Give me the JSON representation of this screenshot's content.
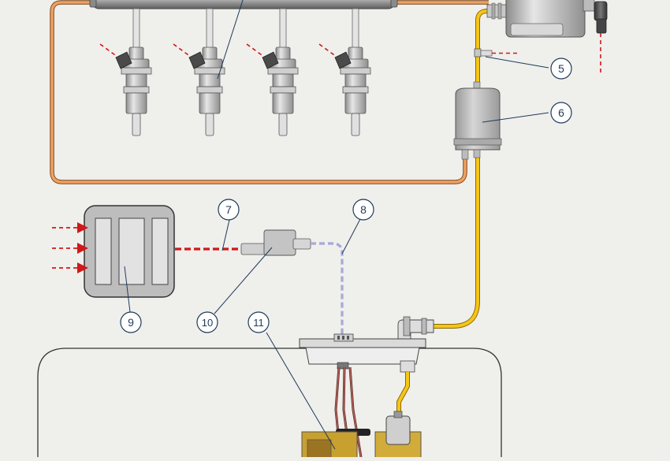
{
  "callouts": [
    {
      "id": "c5",
      "label": "5"
    },
    {
      "id": "c6",
      "label": "6"
    },
    {
      "id": "c7",
      "label": "7"
    },
    {
      "id": "c8",
      "label": "8"
    },
    {
      "id": "c9",
      "label": "9"
    },
    {
      "id": "c10",
      "label": "10"
    },
    {
      "id": "c11",
      "label": "11"
    }
  ],
  "colors": {
    "background": "#efefec",
    "return_line": "#f0a060",
    "supply_line": "#f5c518",
    "signal_red": "#d01818",
    "signal_blue": "#a8a8d8",
    "component_gray": "#bdbdbd",
    "outline": "#444444"
  },
  "icons": [
    "fuel-rail",
    "injector",
    "pressure-regulator",
    "pressure-sensor",
    "fuel-filter",
    "control-unit",
    "relay",
    "fuel-pump-module",
    "fuel-tank"
  ]
}
